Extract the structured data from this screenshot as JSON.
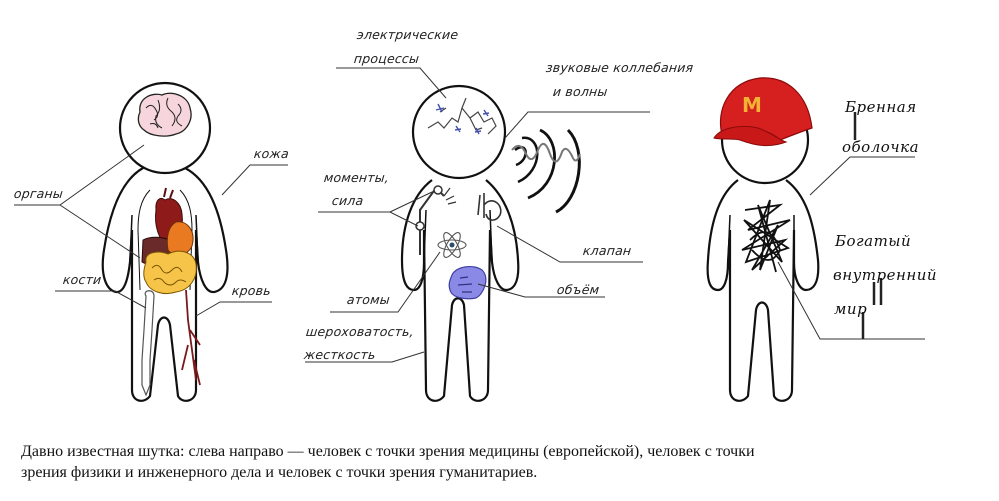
{
  "figures": [
    {
      "id": "medicine",
      "labels": {
        "organs": "органы",
        "skin": "кожа",
        "bones": "кости",
        "blood": "кровь"
      }
    },
    {
      "id": "physics",
      "labels": {
        "electric_line1": "электрические",
        "electric_line2": "процессы",
        "sound_line1": "звуковые коллебания",
        "sound_line2": "и  волны",
        "moments_line1": "моменты,",
        "moments_line2": "сила",
        "valve": "клапан",
        "atoms": "атомы",
        "volume": "объём",
        "rough_line1": "шероховатость,",
        "rough_line2": "жесткость"
      }
    },
    {
      "id": "humanities",
      "cap_logo": "M",
      "cap_color": "#d61f1f",
      "logo_color": "#f2b233",
      "labels": {
        "shell_line1": "Бренная",
        "shell_line2": "оболочка",
        "inner_line1": "Богатый",
        "inner_line2": "внутренний",
        "inner_line3": "мир"
      }
    }
  ],
  "caption": {
    "line1": "Давно известная шутка: слева направо — человек с точки зрения медицины (европейской), человек с точки",
    "line2": "зрения физики и инженерного дела и человек с точки зрения гуманитариев."
  }
}
